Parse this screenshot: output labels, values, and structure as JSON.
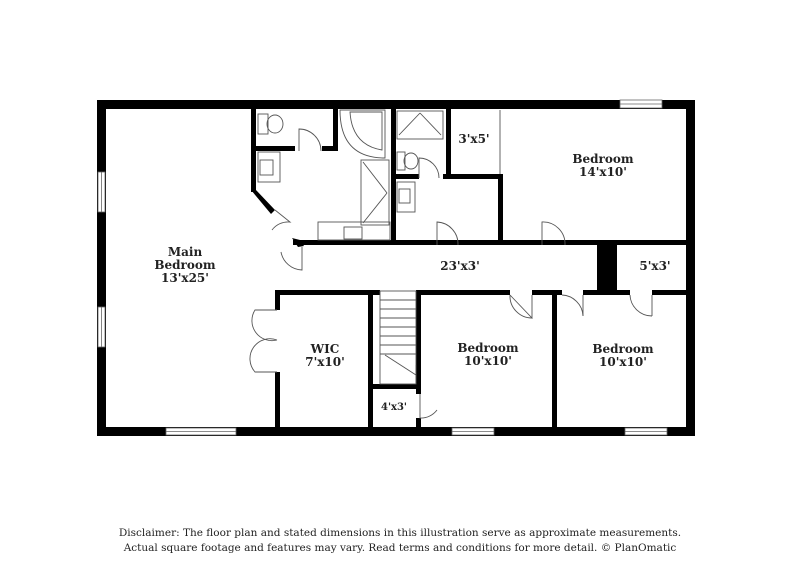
{
  "floor_plan": {
    "rooms": [
      {
        "id": "main-bedroom",
        "name": "Main Bedroom",
        "line1": "Main",
        "line2": "Bedroom",
        "dims": "13'x25'"
      },
      {
        "id": "bedroom-ne",
        "name": "Bedroom",
        "dims": "14'x10'"
      },
      {
        "id": "closet-3x5",
        "name": "",
        "dims": "3'x5'"
      },
      {
        "id": "hallway",
        "name": "",
        "dims": "23'x3'"
      },
      {
        "id": "closet-5x3",
        "name": "",
        "dims": "5'x3'"
      },
      {
        "id": "wic",
        "name": "WIC",
        "dims": "7'x10'"
      },
      {
        "id": "bedroom-center",
        "name": "Bedroom",
        "dims": "10'x10'"
      },
      {
        "id": "bedroom-se",
        "name": "Bedroom",
        "dims": "10'x10'"
      },
      {
        "id": "closet-4x3",
        "name": "",
        "dims": "4'x3'"
      }
    ]
  },
  "colors": {
    "wall": "#000000",
    "fixture": "#555555",
    "background": "#ffffff",
    "text": "#222222"
  },
  "disclaimer": {
    "line1": "Disclaimer: The floor plan and stated dimensions in this illustration serve as approximate measurements.",
    "line2": "Actual square footage and features may vary. Read terms and conditions for more detail. © PlanOmatic"
  }
}
